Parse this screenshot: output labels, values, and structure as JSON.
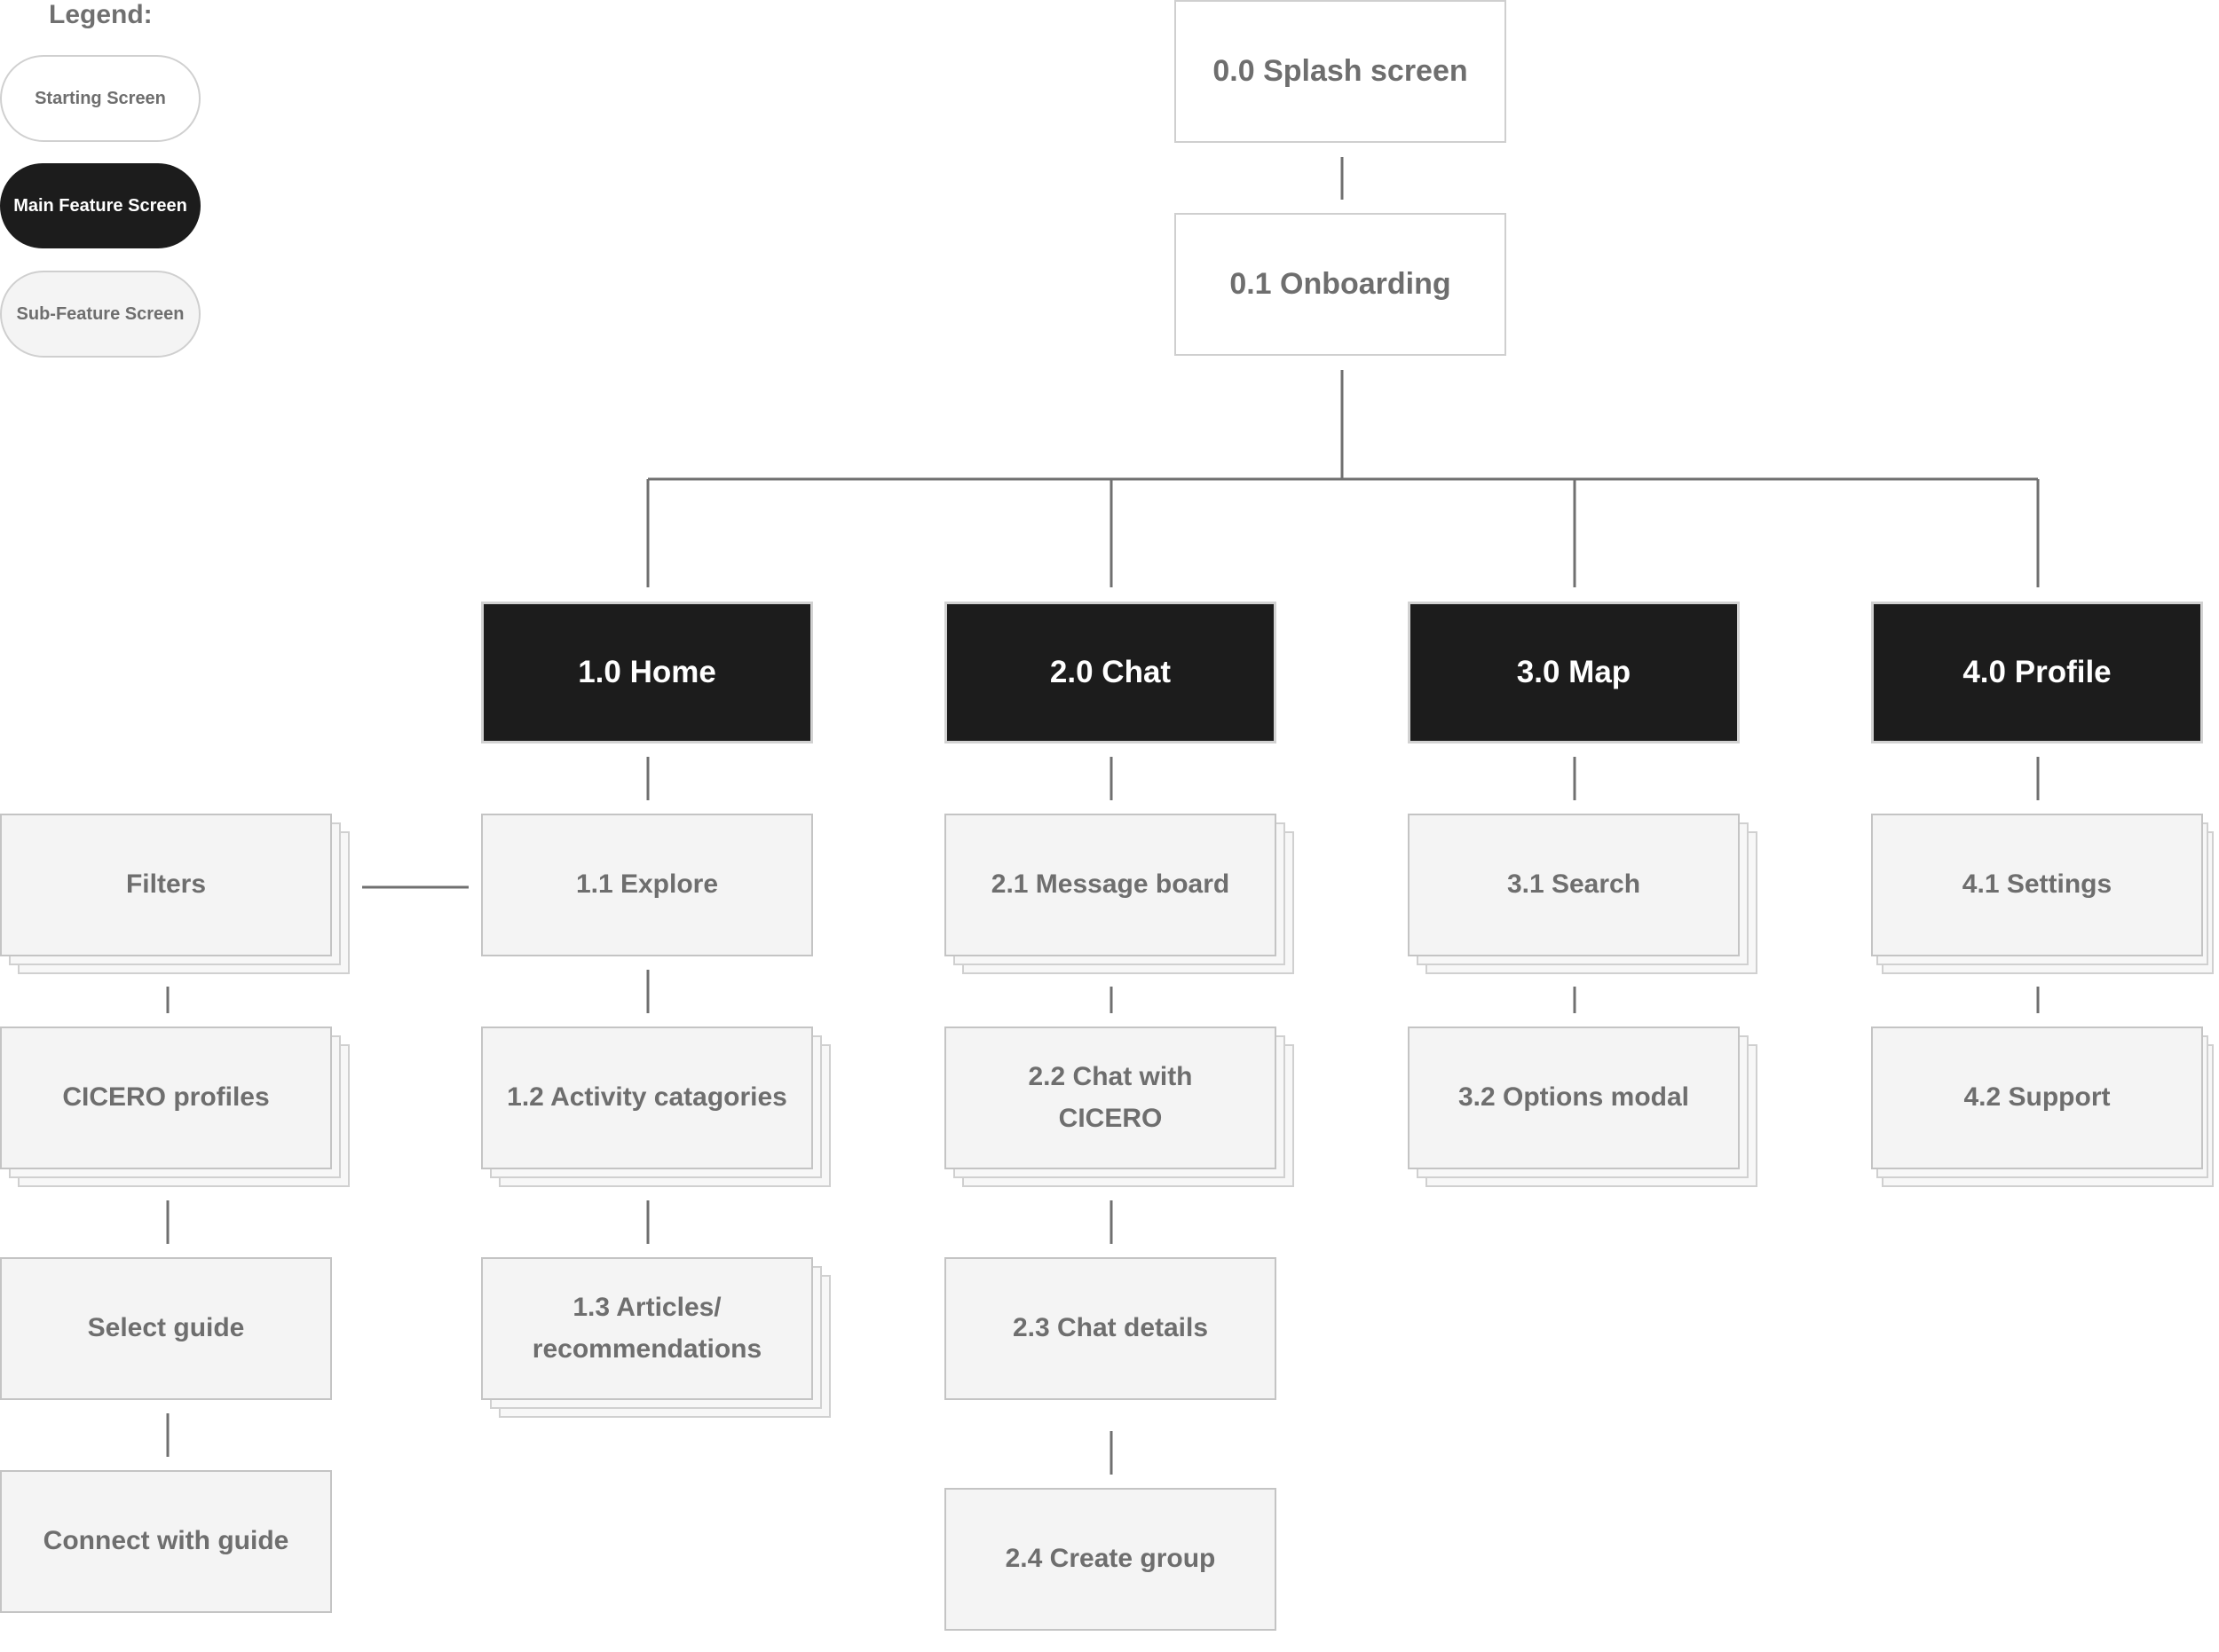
{
  "legend": {
    "title": "Legend:",
    "starting": "Starting Screen",
    "main": "Main Feature Screen",
    "sub": "Sub-Feature Screen"
  },
  "nodes": {
    "splash": "0.0 Splash screen",
    "onboarding": "0.1 Onboarding",
    "home": "1.0 Home",
    "chat": "2.0 Chat",
    "map": "3.0 Map",
    "profile": "4.0 Profile",
    "explore": "1.1 Explore",
    "activity": "1.2 Activity catagories",
    "articles": "1.3 Articles/ recommendations",
    "filters": "Filters",
    "cicero_profiles": "CICERO profiles",
    "select_guide": "Select guide",
    "connect_guide": "Connect with guide",
    "message_board": "2.1 Message board",
    "chat_cicero": "2.2 Chat with CICERO",
    "chat_details": "2.3 Chat details",
    "create_group": "2.4 Create group",
    "search": "3.1 Search",
    "options_modal": "3.2 Options modal",
    "settings": "4.1 Settings",
    "support": "4.2 Support"
  },
  "colors": {
    "main_fill": "#1c1c1c",
    "sub_fill": "#f4f4f4",
    "start_fill": "#ffffff",
    "connector": "#707070"
  }
}
